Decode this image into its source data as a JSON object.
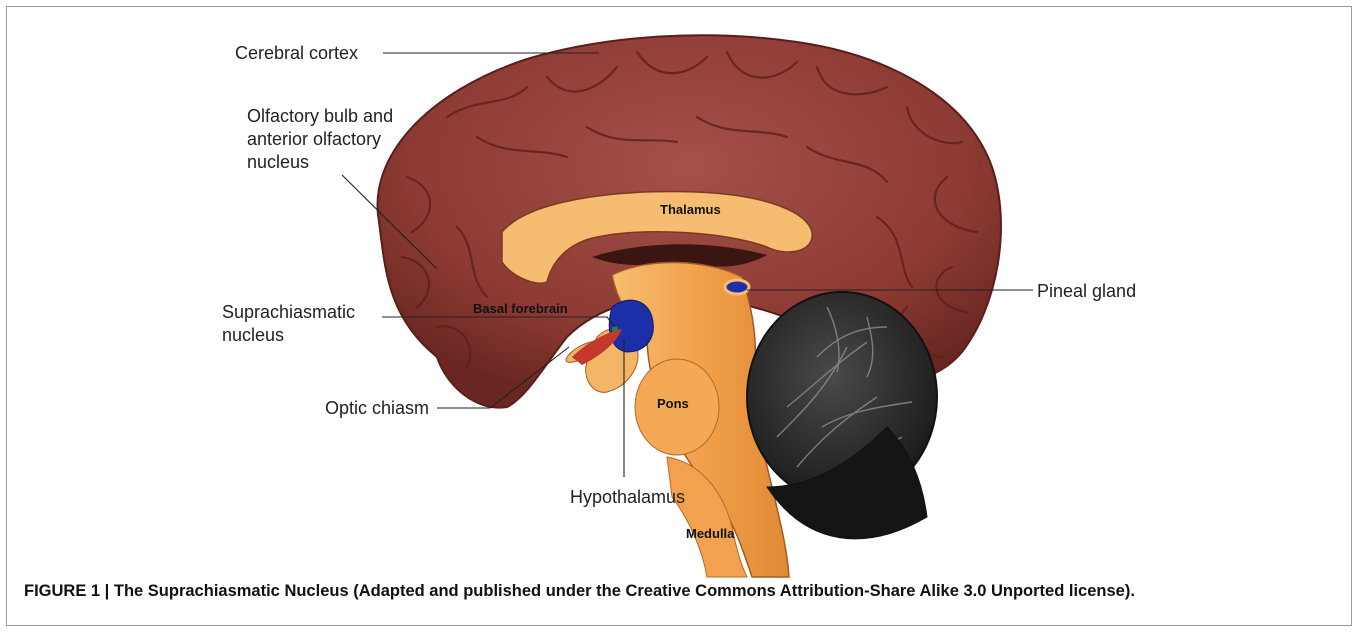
{
  "labels": {
    "cerebral_cortex": "Cerebral cortex",
    "olfactory_line1": "Olfactory bulb and",
    "olfactory_line2": "anterior olfactory",
    "olfactory_line3": "nucleus",
    "scn_line1": "Suprachiasmatic",
    "scn_line2": "nucleus",
    "optic_chiasm": "Optic chiasm",
    "hypothalamus": "Hypothalamus",
    "pineal_gland": "Pineal gland",
    "thalamus": "Thalamus",
    "basal_forebrain": "Basal forebrain",
    "pons": "Pons",
    "medulla": "Medulla"
  },
  "caption": "FIGURE 1 | The Suprachiasmatic Nucleus (Adapted and published under the Creative Commons Attribution-Share Alike 3.0 Unported license).",
  "colors": {
    "cortex": "#8e3b34",
    "cortex_dark": "#5e1f1b",
    "cortex_light": "#a8524a",
    "brainstem": "#f2a24e",
    "brainstem_light": "#f7c07a",
    "cerebellum": "#2e2e2e",
    "scn_blue": "#1a2fa8",
    "scn_red": "#c4372b"
  }
}
